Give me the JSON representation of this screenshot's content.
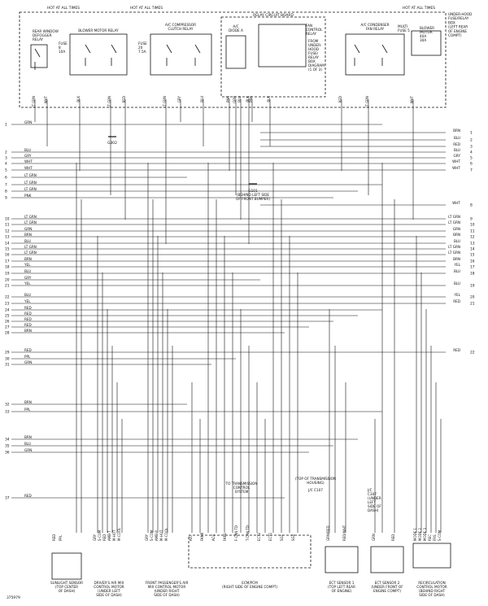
{
  "header_labels": {
    "hot_left": "HOT AT ALL TIMES",
    "hot_mid": "HOT AT ALL TIMES",
    "hot_right": "HOT AT ALL TIMES",
    "underhood": [
      "UNDER-HOOD",
      "FUSE/RELAY",
      "BOX",
      "(LEFT REAR",
      "OF ENGINE",
      "COMPT)"
    ],
    "relay_circuit_board": "RELAY CIRCUIT BOARD"
  },
  "components": {
    "rear_defogger": [
      "REAR WINDOW",
      "DEFOGGER",
      "RELAY"
    ],
    "blower_relay": "BLOWER MOTOR RELAY",
    "fuse_left": [
      "FUSE",
      "8",
      "10A"
    ],
    "fuse_mid": [
      "FUSE",
      "20",
      "7.5A"
    ],
    "ac_clutch_relay": [
      "A/C COMPRESSOR",
      "CLUTCH RELAY"
    ],
    "ac_diode": [
      "A/C",
      "DIODE A"
    ],
    "fan_control": [
      "FAN",
      "CONTROL",
      "RELAY"
    ],
    "from_underhood": [
      "FROM",
      "UNDER-",
      "HOOD",
      "FUSE/",
      "RELAY",
      "BOX",
      "DIAGRAM",
      "(1 OF 3)"
    ],
    "ac_condenser": [
      "A/C CONDENSER",
      "FAN RELAY"
    ],
    "multi_fuse": [
      "MULTI",
      "FUSE 5"
    ],
    "multi_fuse_values": [
      "BLOWER",
      "MOTOR",
      "40A",
      "30A"
    ],
    "ground_g302": "G302",
    "ground_g101": [
      "G101",
      "(BEHIND LEFT SIDE",
      "OF FRONT BUMPER)"
    ],
    "tcm_note": [
      "TO TRANSMISSION",
      "CONTROL",
      "SYSTEM"
    ],
    "top_trans": [
      "(TOP OF TRANSMISSION",
      "HOUSING)"
    ],
    "joint_c107": "J/C C107",
    "joint_c307": [
      "J/C",
      "C307",
      "(UNDER",
      "LEFT",
      "SIDE OF",
      "DASH)"
    ],
    "bottom": [
      [
        "SUNLIGHT SENSOR",
        "(TOP CENTER",
        "OF DASH)"
      ],
      [
        "DRIVER'S AIR MIX",
        "CONTROL MOTOR",
        "(UNDER LEFT",
        "SIDE OF DASH)"
      ],
      [
        "FRONT PASSENGER'S AIR",
        "MIX CONTROL MOTOR",
        "(UNDER RIGHT",
        "SIDE OF DASH)"
      ],
      [
        "ECM/PCM",
        "(RIGHT SIDE OF ENGINE COMPT)"
      ],
      [
        "ECT SENSOR 1",
        "(TOP LEFT REAR",
        "OF ENGINE)"
      ],
      [
        "ECT SENSOR 2",
        "(UNDER FRONT OF",
        "ENGINE COMPT)"
      ],
      [
        "RECIRCULATION",
        "CONTROL MOTOR",
        "(BEHIND RIGHT",
        "SIDE OF DASH)"
      ]
    ],
    "figure_id": "375979"
  },
  "top_pins": [
    "LT GRN",
    "WHT",
    "BLK",
    "LT GRN",
    "RED",
    "LT GRN",
    "GRY",
    "BLU",
    "PNK",
    "GRN",
    "BLU",
    "BLK",
    "PNK",
    "BLK",
    "RED",
    "LT GRN",
    "WHT"
  ],
  "wires": [
    {
      "n": "1",
      "color": "GRN",
      "right": null,
      "rn": null
    },
    {
      "n": "",
      "color": "",
      "right": "BRN",
      "rn": "1"
    },
    {
      "n": "",
      "color": "",
      "right": "BLU",
      "rn": "2"
    },
    {
      "n": "",
      "color": "",
      "right": "RED",
      "rn": "3"
    },
    {
      "n": "2",
      "color": "BLU",
      "right": "BLU",
      "rn": "4"
    },
    {
      "n": "3",
      "color": "GRY",
      "right": "GRY",
      "rn": "5"
    },
    {
      "n": "4",
      "color": "WHT",
      "right": "WHT",
      "rn": "6"
    },
    {
      "n": "5",
      "color": "WHT",
      "right": "WHT",
      "rn": "7"
    },
    {
      "n": "6",
      "color": "LT GRN",
      "right": null,
      "rn": null
    },
    {
      "n": "7",
      "color": "LT GRN",
      "right": null,
      "rn": null
    },
    {
      "n": "8",
      "color": "LT GRN",
      "right": null,
      "rn": null
    },
    {
      "n": "9",
      "color": "PNK",
      "right": null,
      "rn": null
    },
    {
      "n": "",
      "color": "",
      "right": "WHT",
      "rn": "8"
    },
    {
      "n": "10",
      "color": "LT GRN",
      "right": "LT GRN",
      "rn": "9"
    },
    {
      "n": "11",
      "color": "LT GRN",
      "right": "LT GRN",
      "rn": "10"
    },
    {
      "n": "12",
      "color": "GRN",
      "right": "GRN",
      "rn": "11"
    },
    {
      "n": "13",
      "color": "BRN",
      "right": "BRN",
      "rn": "12"
    },
    {
      "n": "14",
      "color": "BLU",
      "right": "BLU",
      "rn": "13"
    },
    {
      "n": "15",
      "color": "LT GRN",
      "right": "LT GRN",
      "rn": "14"
    },
    {
      "n": "16",
      "color": "LT GRN",
      "right": "LT GRN",
      "rn": "15"
    },
    {
      "n": "17",
      "color": "BRN",
      "right": "BRN",
      "rn": "16"
    },
    {
      "n": "18",
      "color": "YEL",
      "right": "YEL",
      "rn": "17"
    },
    {
      "n": "19",
      "color": "BLU",
      "right": "BLU",
      "rn": "18"
    },
    {
      "n": "20",
      "color": "GRY",
      "right": null,
      "rn": null
    },
    {
      "n": "21",
      "color": "YEL",
      "right": "BLU",
      "rn": "19"
    },
    {
      "n": "22",
      "color": "BLU",
      "right": "YEL",
      "rn": "20"
    },
    {
      "n": "23",
      "color": "YEL",
      "right": "RED",
      "rn": "21"
    },
    {
      "n": "24",
      "color": "RED",
      "right": null,
      "rn": null
    },
    {
      "n": "25",
      "color": "RED",
      "right": null,
      "rn": null
    },
    {
      "n": "26",
      "color": "RED",
      "right": null,
      "rn": null
    },
    {
      "n": "27",
      "color": "RED",
      "right": null,
      "rn": null
    },
    {
      "n": "28",
      "color": "BRN",
      "right": null,
      "rn": null
    },
    {
      "n": "29",
      "color": "RED",
      "right": "RED",
      "rn": "22"
    },
    {
      "n": "30",
      "color": "PPL",
      "right": null,
      "rn": null
    },
    {
      "n": "31",
      "color": "GRN",
      "right": null,
      "rn": null
    },
    {
      "n": "32",
      "color": "BRN",
      "right": null,
      "rn": null
    },
    {
      "n": "33",
      "color": "PPL",
      "right": null,
      "rn": null
    },
    {
      "n": "34",
      "color": "BRN",
      "right": null,
      "rn": null
    },
    {
      "n": "35",
      "color": "BLU",
      "right": null,
      "rn": null
    },
    {
      "n": "36",
      "color": "GRN",
      "right": null,
      "rn": null
    },
    {
      "n": "37",
      "color": "RED",
      "right": null,
      "rn": null
    }
  ],
  "bottom_pins": {
    "sunlight": [
      "RED",
      "PPL"
    ],
    "driver_mix": [
      "GRY",
      "S-COM",
      "RED",
      "AMB-T",
      "M-HOT",
      "M-COOL"
    ],
    "pass_mix": [
      "GRY",
      "S-COM",
      "AMB-P",
      "M-HOT",
      "M-COOL"
    ],
    "ecm": [
      "A/C",
      "FANR",
      "ACC",
      "FANL",
      "F-CAN TD",
      "T-CAN TD",
      "ECT2",
      "ECT1",
      "SG1",
      "SG2"
    ],
    "ect1": [
      "GRN/RED",
      "RED/WHT"
    ],
    "ect2": [
      "GRN",
      "RED"
    ],
    "recirc": [
      "MODE 1",
      "MODE 2",
      "MODE 3",
      "REC",
      "FRS",
      "S-COM"
    ]
  }
}
